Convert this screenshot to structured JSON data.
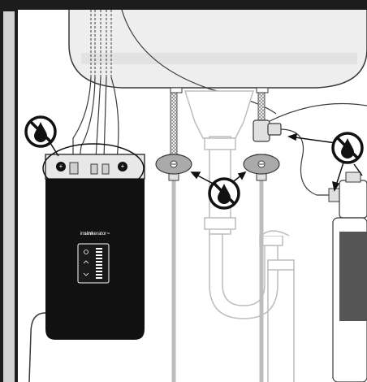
{
  "unit": {
    "brand_prefix": "in",
    "brand_highlight": "sink",
    "brand_suffix": "erator",
    "trademark": "™"
  },
  "icons": {
    "warning": "no-water-drop-icon",
    "power": "power-icon",
    "up": "chevron-up-icon",
    "down": "chevron-down-icon",
    "plus": "plus-icon"
  },
  "colors": {
    "frame": "#1c1c1c",
    "sidebar": "#d2d2d2",
    "outline": "#3a3a3a",
    "tank_fill": "#eeeeee",
    "unit_body": "#111111",
    "pipe": "#bdbdbd",
    "filter_dark": "#555555"
  }
}
